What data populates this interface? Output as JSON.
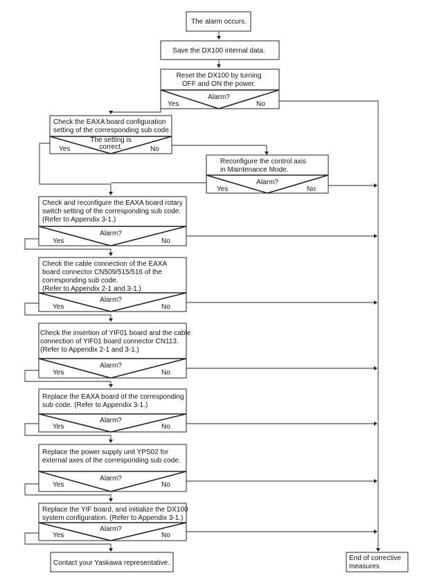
{
  "common": {
    "alarm": "Alarm?",
    "yes": "Yes",
    "no": "No"
  },
  "start": {
    "text": "The alarm occurs."
  },
  "save": {
    "text": "Save the DX100 internal data."
  },
  "reset": {
    "lines": [
      "Reset the DX100 by turning",
      "OFF and ON the power."
    ]
  },
  "check_config": {
    "lines": [
      "Check the EAXA board configuration",
      "setting of the corresponding sub code."
    ],
    "decision_lines": [
      "The setting is",
      "correct."
    ]
  },
  "reconfigure_axis": {
    "lines": [
      "Reconfigure the control axis",
      "in Maintenance Mode."
    ]
  },
  "rotary_switch": {
    "lines": [
      "Check and reconfigure the EAXA board rotary",
      "switch setting of the corresponding sub code.",
      "(Refer to Appendix 3-1.)"
    ]
  },
  "cable_connection": {
    "lines": [
      "Check the cable connection of the EAXA",
      "board connector CN509/515/516 of the",
      "corresponding sub code.",
      "(Refer to Appendix 2-1 and 3-1.)"
    ]
  },
  "yif01_insertion": {
    "lines": [
      "Check the insertion of YIF01 board and the cable",
      "connection of YIF01 board connector CN113.",
      "(Refer to Appendix 2-1 and 3-1.)"
    ]
  },
  "replace_eaxa": {
    "lines": [
      "Replace the EAXA board of the corresponding",
      "sub code. (Refer to Appendix 3-1.)"
    ]
  },
  "replace_power": {
    "lines": [
      "Replace the power supply unit YPS02 for",
      "external axes of the corresponding sub code."
    ]
  },
  "replace_yif": {
    "lines": [
      "Replace the YIF board, and initialize the DX100",
      "system configuration. (Refer to Appendix 3-1.)"
    ]
  },
  "contact": {
    "text": "Contact your Yaskawa representative."
  },
  "end": {
    "lines": [
      "End of corrective",
      "measures"
    ]
  }
}
